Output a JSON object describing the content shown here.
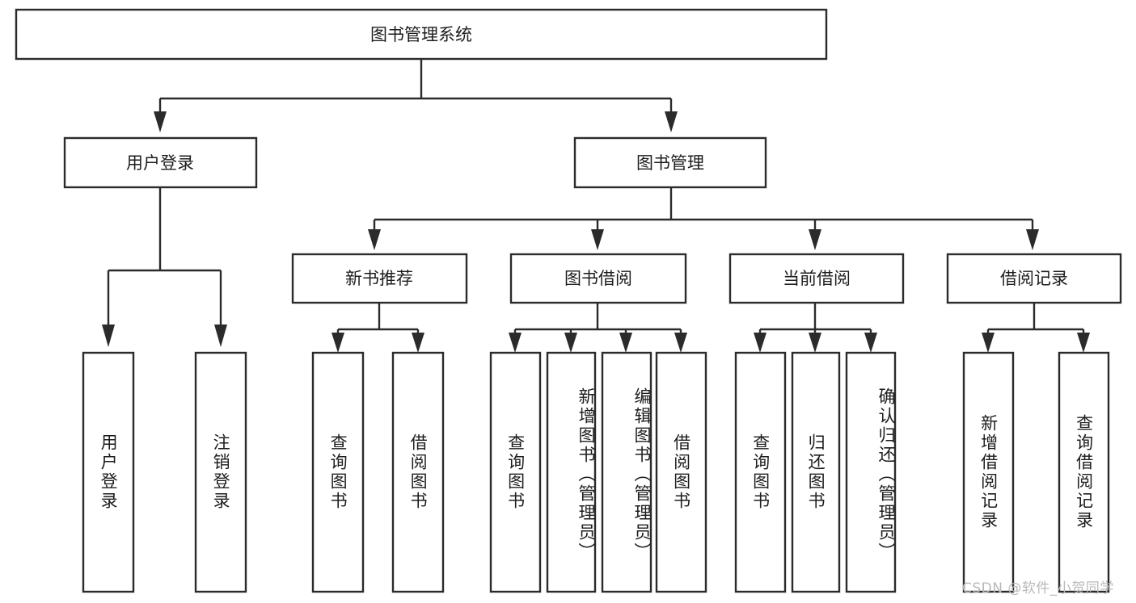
{
  "diagram": {
    "title": "图书管理系统",
    "type": "tree-hierarchy-diagram",
    "root": {
      "label": "图书管理系统"
    },
    "level2": [
      {
        "id": "user-login",
        "label": "用户登录"
      },
      {
        "id": "book-management",
        "label": "图书管理"
      }
    ],
    "level3": [
      {
        "id": "new-book-recommend",
        "label": "新书推荐",
        "parent": "book-management"
      },
      {
        "id": "book-borrow",
        "label": "图书借阅",
        "parent": "book-management"
      },
      {
        "id": "current-borrow",
        "label": "当前借阅",
        "parent": "book-management"
      },
      {
        "id": "borrow-record",
        "label": "借阅记录",
        "parent": "book-management"
      }
    ],
    "leaves": {
      "user-login": [
        {
          "id": "leaf-user-login",
          "label": "用户登录"
        },
        {
          "id": "leaf-user-logout",
          "label": "注销登录"
        }
      ],
      "new-book-recommend": [
        {
          "id": "leaf-query-book-1",
          "label": "查询图书"
        },
        {
          "id": "leaf-borrow-book-1",
          "label": "借阅图书"
        }
      ],
      "book-borrow": [
        {
          "id": "leaf-query-book-2",
          "label": "查询图书"
        },
        {
          "id": "leaf-add-book",
          "label": "新增图书（管理员）"
        },
        {
          "id": "leaf-edit-book",
          "label": "编辑图书（管理员）"
        },
        {
          "id": "leaf-borrow-book-2",
          "label": "借阅图书"
        }
      ],
      "current-borrow": [
        {
          "id": "leaf-query-book-3",
          "label": "查询图书"
        },
        {
          "id": "leaf-return-book",
          "label": "归还图书"
        },
        {
          "id": "leaf-confirm-return",
          "label": "确认归还（管理员）"
        }
      ],
      "borrow-record": [
        {
          "id": "leaf-add-record",
          "label": "新增借阅记录"
        },
        {
          "id": "leaf-query-record",
          "label": "查询借阅记录"
        }
      ]
    }
  },
  "watermark": {
    "text": "CSDN @软件_小贺同学"
  },
  "colors": {
    "stroke": "#2b2b2b",
    "fill": "#ffffff",
    "text": "#1d1d1d",
    "watermark": "#b9b9b9",
    "background": "#ffffff"
  }
}
